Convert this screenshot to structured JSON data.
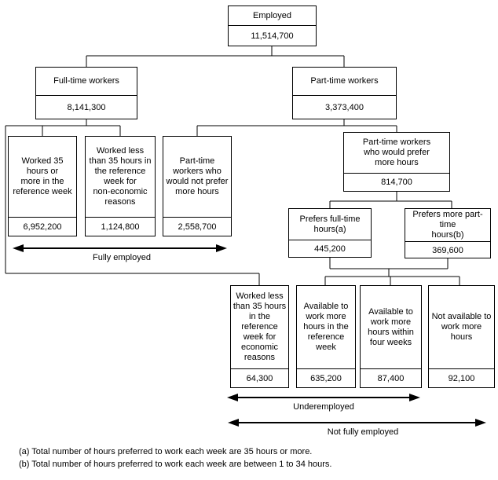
{
  "nodes": {
    "employed": {
      "label": "Employed",
      "value": "11,514,700"
    },
    "full_time": {
      "label": "Full-time workers",
      "value": "8,141,300"
    },
    "part_time": {
      "label": "Part-time workers",
      "value": "3,373,400"
    },
    "worked_35_plus": {
      "label": "Worked 35\nhours or\nmore in the\nreference week",
      "value": "6,952,200"
    },
    "worked_less_noneco": {
      "label": "Worked less\nthan 35 hours in\nthe reference\nweek for\nnon-economic\nreasons",
      "value": "1,124,800"
    },
    "pt_not_prefer": {
      "label": "Part-time\nworkers who\nwould not prefer\nmore hours",
      "value": "2,558,700"
    },
    "pt_prefer": {
      "label": "Part-time workers\nwho would prefer\nmore hours",
      "value": "814,700"
    },
    "prefers_ft": {
      "label": "Prefers full-time\nhours(a)",
      "value": "445,200"
    },
    "prefers_pt": {
      "label": "Prefers more part-time\nhours(b)",
      "value": "369,600"
    },
    "worked_less_eco": {
      "label": "Worked less\nthan 35 hours\nin the\nreference\nweek for\neconomic\nreasons",
      "value": "64,300"
    },
    "avail_ref_week": {
      "label": "Available to\nwork more\nhours in the\nreference week",
      "value": "635,200"
    },
    "avail_four_weeks": {
      "label": "Available to\nwork more\nhours within\nfour weeks",
      "value": "87,400"
    },
    "not_avail": {
      "label": "Not available to\nwork more\nhours",
      "value": "92,100"
    }
  },
  "arrows": {
    "fully_employed": {
      "label": "Fully employed"
    },
    "underemployed": {
      "label": "Underemployed"
    },
    "not_fully_employed": {
      "label": "Not fully employed"
    }
  },
  "footnotes": [
    "(a) Total number of hours preferred to work each week are 35 hours or more.",
    "(b) Total number of hours preferred to work each week are between 1 to 34 hours."
  ],
  "colors": {
    "line": "#000000",
    "background": "#ffffff",
    "text": "#000000"
  }
}
